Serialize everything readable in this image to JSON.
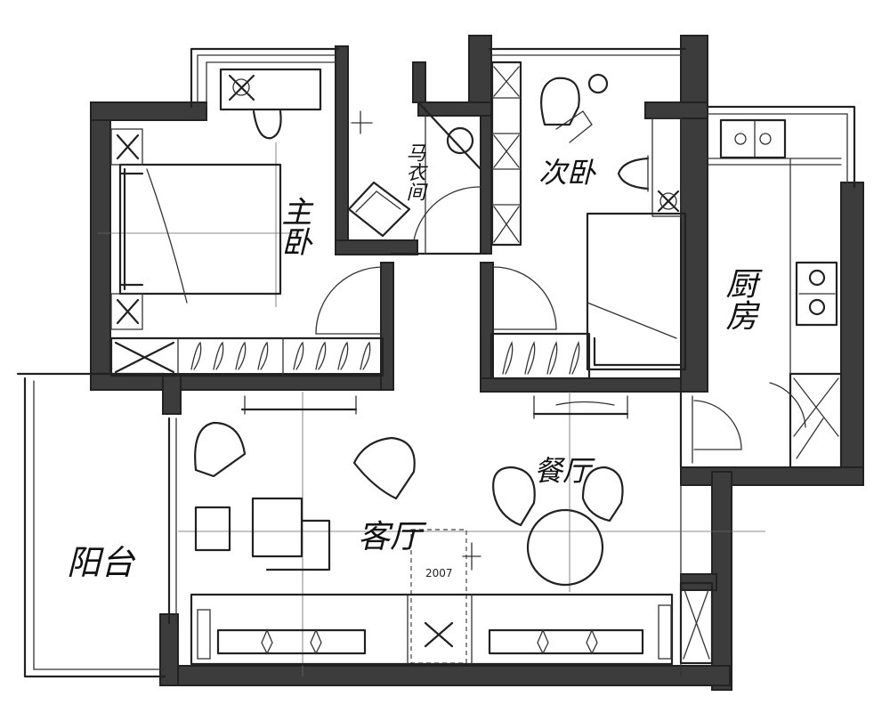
{
  "rooms": {
    "master_bedroom": "主卧",
    "storage": "马衣间",
    "second_bedroom": "次卧",
    "kitchen": "厨房",
    "living_room": "客厅",
    "dining_room": "餐厅",
    "balcony": "阳台"
  },
  "annotations": {
    "center_mark": "2007"
  },
  "colors": {
    "wall": "#3c3c3c",
    "ink": "#222222",
    "paper": "#ffffff"
  }
}
